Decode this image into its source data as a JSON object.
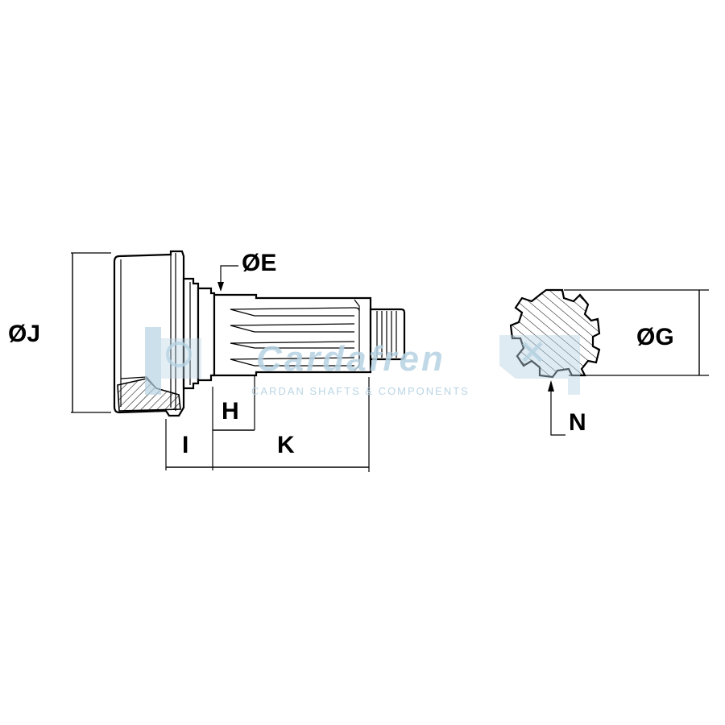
{
  "labels": {
    "oj": "ØJ",
    "oe": "ØE",
    "og": "ØG",
    "h": "H",
    "i": "I",
    "k": "K",
    "n": "N"
  },
  "watermark": {
    "brand": "Cardafren",
    "tagline": "CARDAN SHAFTS & COMPONENTS",
    "color": "#b7d3e3"
  }
}
